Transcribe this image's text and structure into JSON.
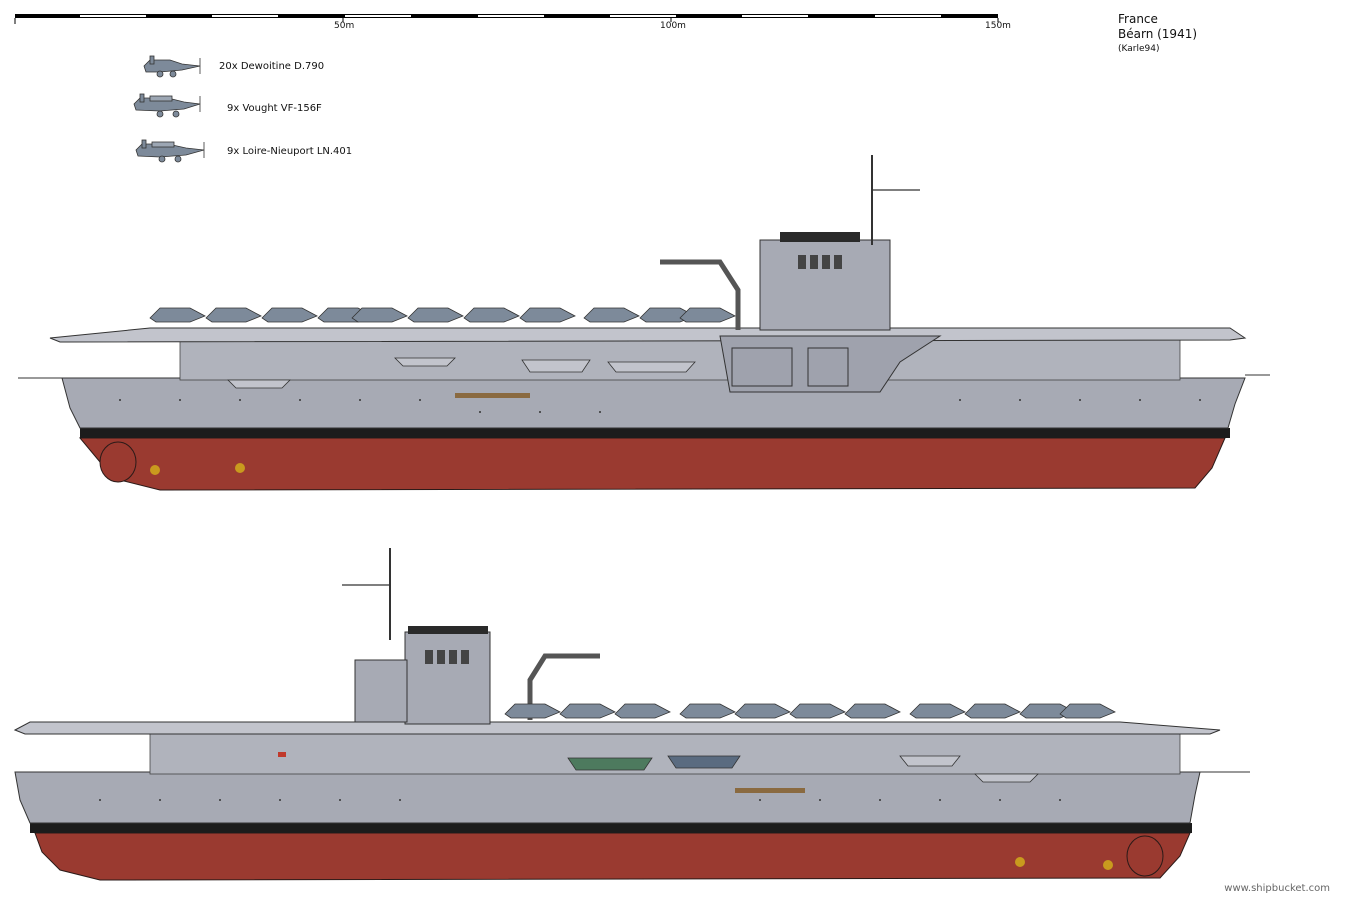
{
  "scale": {
    "ticks": [
      "50m",
      "100m",
      "150m"
    ]
  },
  "title": {
    "country": "France",
    "ship": "Béarn (1941)",
    "author": "(Karle94)"
  },
  "airgroup": [
    {
      "text": "20x Dewoitine D.790",
      "icon": "fighter-plane-icon"
    },
    {
      "text": "9x Vought VF-156F",
      "icon": "dive-bomber-plane-icon"
    },
    {
      "text": "9x Loire-Nieuport LN.401",
      "icon": "dive-bomber-plane-icon"
    }
  ],
  "colors": {
    "hull_grey": "#a7aab4",
    "deck_line": "#2a2a2a",
    "boot_top": "#1c1c1c",
    "red_underwater": "#9a3a30",
    "propeller": "#c99a1e",
    "aircraft": "#7d8a9a"
  },
  "credit": "www.shipbucket.com"
}
